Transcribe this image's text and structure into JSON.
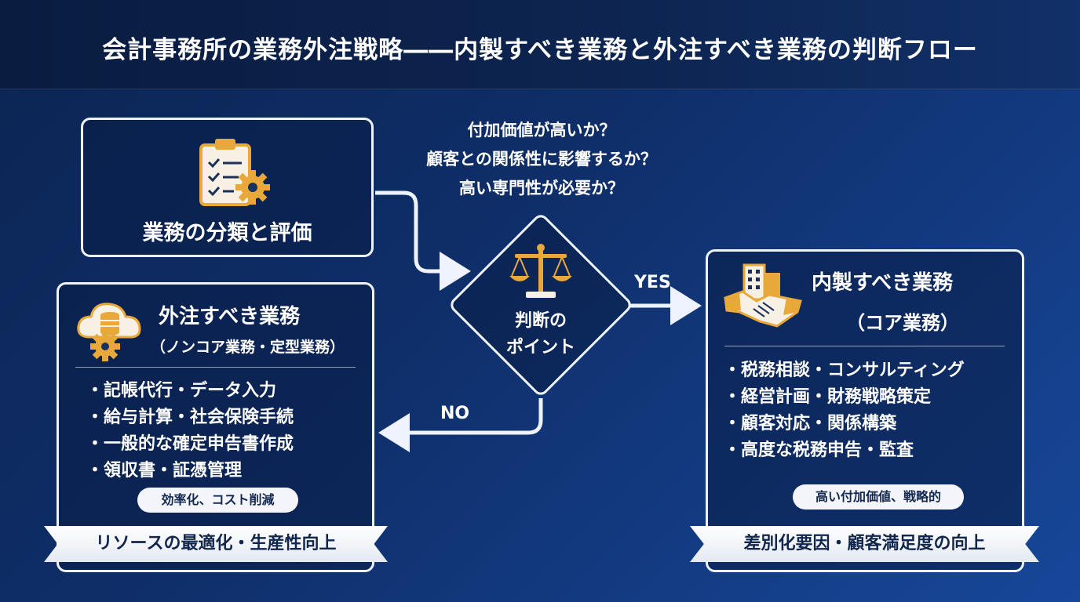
{
  "header": {
    "title": "会計事務所の業務外注戦略――内製すべき業務と外注すべき業務の判断フロー"
  },
  "evaluation": {
    "title": "業務の分類と評価",
    "icon": "clipboard-gear-icon"
  },
  "decision": {
    "questions": [
      "付加価値が高いか？",
      "顧客との関係性に影響するか？",
      "高い専門性が必要か？"
    ],
    "label_line1": "判断の",
    "label_line2": "ポイント",
    "icon": "scales-icon",
    "yes_label": "YES",
    "no_label": "NO"
  },
  "outsource": {
    "title": "外注すべき業務",
    "subtitle": "（ノンコア業務・定型業務）",
    "icon": "cloud-database-gear-icon",
    "items": [
      "記帳代行・データ入力",
      "給与計算・社会保険手続",
      "一般的な確定申告書作成",
      "領収書・証憑管理"
    ],
    "pill": "効率化、コスト削減",
    "ribbon": "リソースの最適化・生産性向上"
  },
  "inhouse": {
    "title": "内製すべき業務",
    "subtitle": "（コア業務）",
    "icon": "building-handshake-icon",
    "items": [
      "税務相談・コンサルティング",
      "経営計画・財務戦略策定",
      "顧客対応・関係構築",
      "高度な税務申告・監査"
    ],
    "pill": "高い付加価値、戦略的",
    "ribbon": "差別化要因・顧客満足度の向上"
  },
  "colors": {
    "accent": "#e8a93a",
    "line": "#eef3ff",
    "background": "#0f2f6a"
  }
}
